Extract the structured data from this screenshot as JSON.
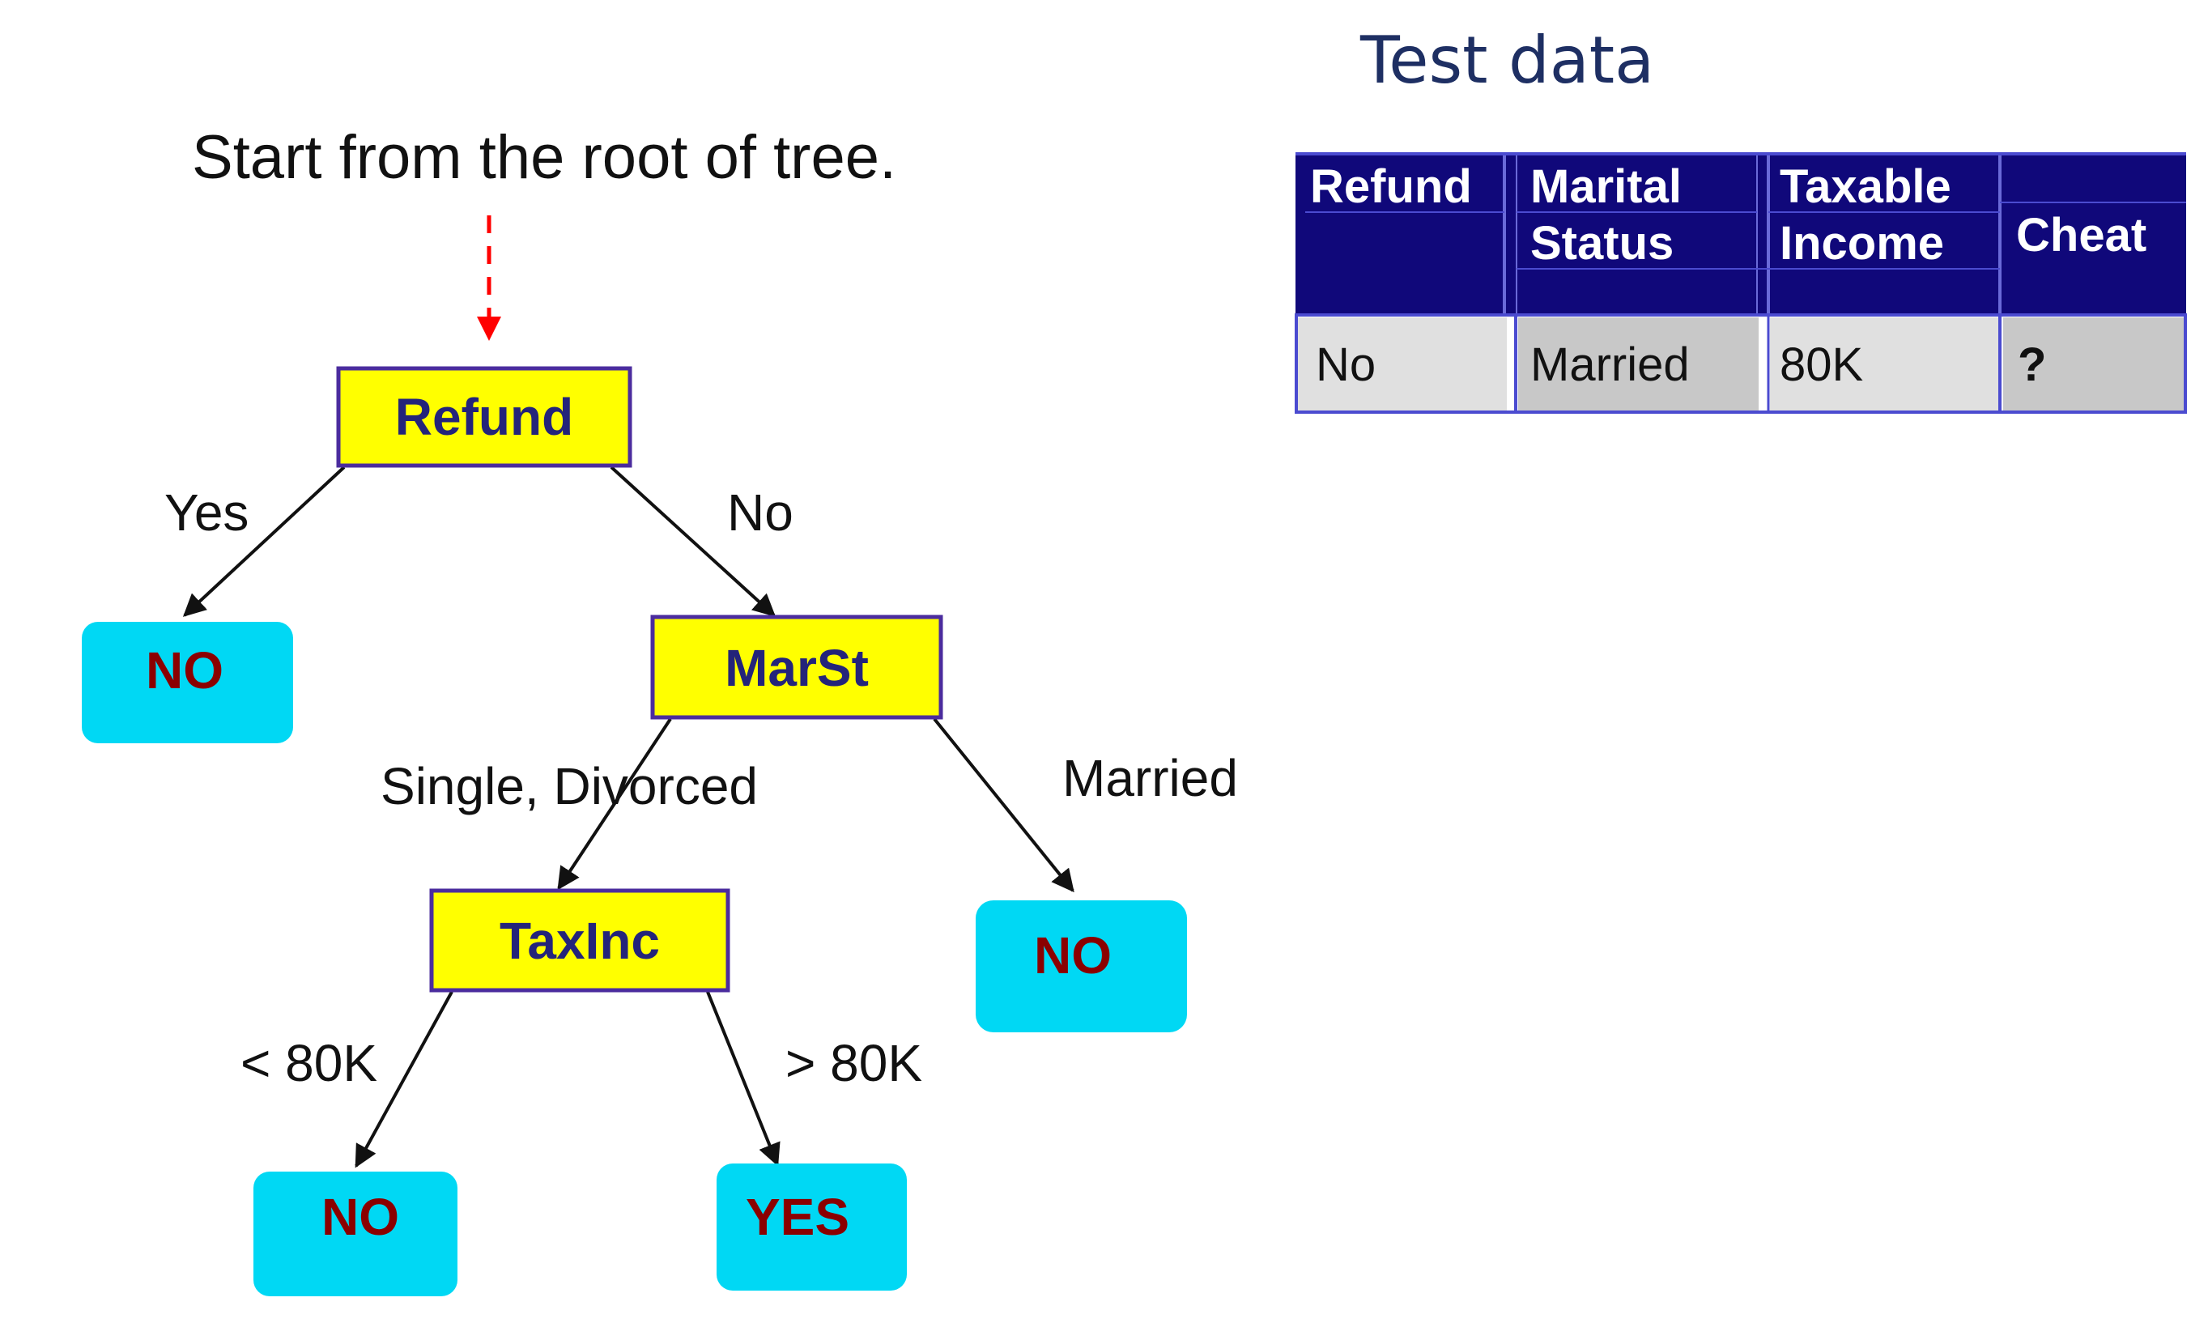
{
  "heading": "Test data",
  "instruction": "Start from the root of tree.",
  "tree": {
    "nodes": {
      "refund": "Refund",
      "marst": "MarSt",
      "taxinc": "TaxInc",
      "leaf_refund_yes": "NO",
      "leaf_marst_married": "NO",
      "leaf_taxinc_low": "NO",
      "leaf_taxinc_high": "YES"
    },
    "edges": {
      "refund_yes": "Yes",
      "refund_no": "No",
      "marst_single_divorced": "Single, Divorced",
      "marst_married": "Married",
      "taxinc_low": "< 80K",
      "taxinc_high": "> 80K"
    },
    "colors": {
      "decision_fill": "#ffff00",
      "decision_border": "#4b2c9e",
      "leaf_fill": "#00d8f4",
      "leaf_text": "#8b0000",
      "start_arrow": "#ff0000"
    }
  },
  "test_table": {
    "headers": {
      "refund": "Refund",
      "marital_1": "Marital",
      "marital_2": "Status",
      "taxable_1": "Taxable",
      "taxable_2": "Income",
      "cheat": "Cheat"
    },
    "row": {
      "refund": "No",
      "marital": "Married",
      "income": "80K",
      "cheat": "?"
    },
    "colors": {
      "header_bg": "#10087a",
      "header_text": "#ffffff"
    }
  }
}
